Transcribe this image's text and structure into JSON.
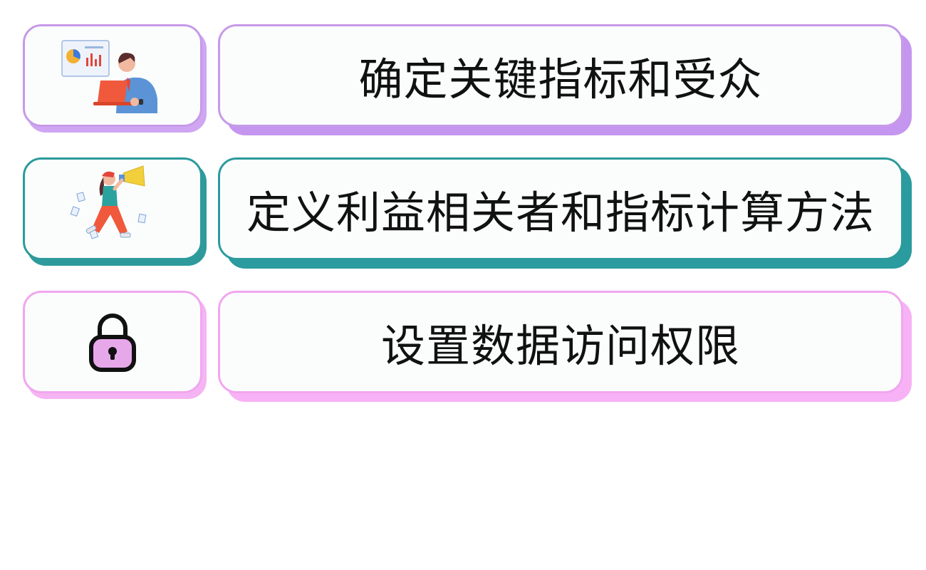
{
  "items": [
    {
      "label": "确定关键指标和受众",
      "icon": "analyst-laptop-icon"
    },
    {
      "label": "定义利益相关者和指标计算方法",
      "icon": "megaphone-person-icon"
    },
    {
      "label": "设置数据访问权限",
      "icon": "padlock-icon"
    }
  ],
  "colors": {
    "row1_accent": "#c596ef",
    "row2_accent": "#2a9b9e",
    "row3_accent": "#f7b1f5"
  }
}
